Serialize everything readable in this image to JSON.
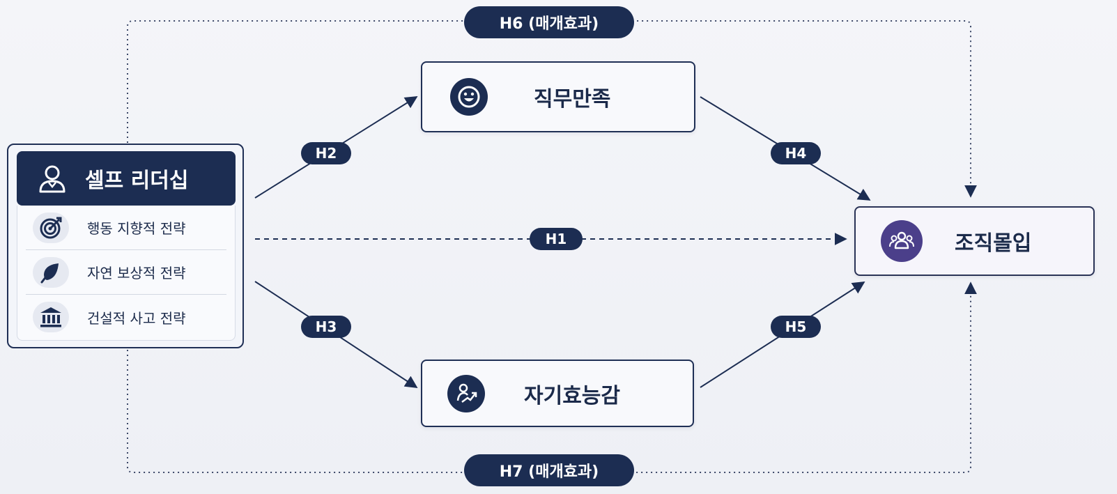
{
  "leadership": {
    "title": "셀프 리더십",
    "items": [
      {
        "label": "행동 지향적 전략",
        "icon": "target-icon"
      },
      {
        "label": "자연 보상적 전략",
        "icon": "leaf-icon"
      },
      {
        "label": "건설적 사고 전략",
        "icon": "bank-icon"
      }
    ]
  },
  "nodes": {
    "job_satisfaction": "직무만족",
    "self_efficacy": "자기효능감",
    "commitment": "조직몰입"
  },
  "hypotheses": {
    "h1": "H1",
    "h2": "H2",
    "h3": "H3",
    "h4": "H4",
    "h5": "H5",
    "h6": "H6 (매개효과)",
    "h7": "H7 (매개효과)"
  },
  "colors": {
    "navy": "#1c2d52",
    "purple": "#4b3f8a",
    "background": "#f4f5f9"
  }
}
